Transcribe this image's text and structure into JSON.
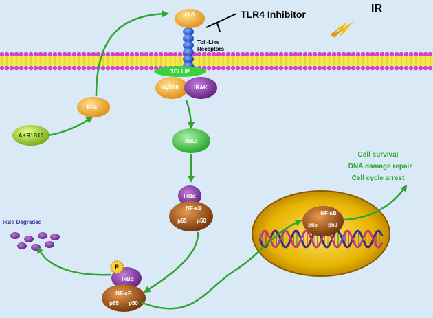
{
  "labels": {
    "ffa_top": "FFA",
    "ffa_mid": "FFA",
    "tlr4_inhibitor": "TLR4 Inhibitor",
    "toll_like": "Toll-Like",
    "receptors": "Receptors",
    "ir": "IR",
    "tollip": "TOLLIP",
    "myd88": "MyD88",
    "irak": "IRAK",
    "akr1b10": "AKR1B10",
    "ikks": "IKKs",
    "ikba": "IκBα",
    "nfkb": "NF-κB",
    "p65": "p65",
    "p50": "p50",
    "ikba_degraded": "IκBα Degraded",
    "p_label": "P",
    "ikba_phos": "IκBα",
    "nfkb_bottom": "NF-κB",
    "p65_bottom": "p65",
    "p50_bottom": "p50",
    "nfkb_nucleus": "NF-κB",
    "p65_nucleus": "p65",
    "p50_nucleus": "p50",
    "out1": "Cell survival",
    "out2": "DNA damage repair",
    "out3": "Cell cycle arrest"
  },
  "colors": {
    "background": "#d9e9f5",
    "arrow": "#2fa52f",
    "ffa": "#f0a21c",
    "receptor": "#1f4fd8",
    "membrane_head": "#d642c9",
    "membrane_tail": "#f2e94a",
    "tollip": "#3ad13a",
    "myd88": "#f0a21c",
    "irak": "#7a2a8c",
    "akr1b10": "#9ed21f",
    "ikks": "#3fcf3f",
    "ikba": "#8c2eb0",
    "nfkb": "#9a5016",
    "nucleus": "#d9a200",
    "outcome_text": "#2fa52f",
    "degraded": "#7a2a8c"
  }
}
